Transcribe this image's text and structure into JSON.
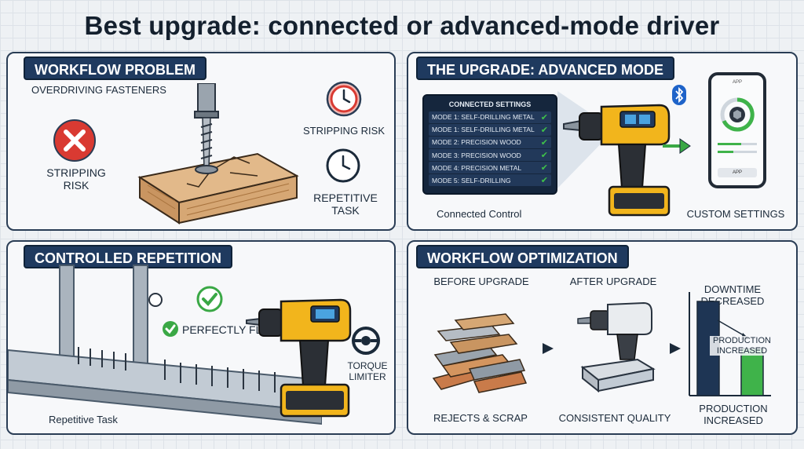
{
  "title": "Best upgrade: connected or advanced-mode driver",
  "panels": {
    "workflow_problem": {
      "header": "WORKFLOW PROBLEM",
      "subtitle": "OVERDRIVING FASTENERS",
      "stripping_risk_left": "STRIPPING RISK",
      "stripping_risk_right": "STRIPPING RISK",
      "repetitive_task": "REPETITIVE TASK"
    },
    "advanced_mode": {
      "header": "THE UPGRADE: ADVANCED MODE",
      "settings_title": "CONNECTED SETTINGS",
      "modes": [
        "MODE 1: SELF-DRILLING METAL",
        "MODE 1: SELF-DRILLING METAL",
        "MODE 2: PRECISION WOOD",
        "MODE 3: PRECISION WOOD",
        "MODE 4: PRECISION METAL",
        "MODE 5: SELF-DRILLING"
      ],
      "connected_control": "Connected Control",
      "custom_settings": "CUSTOM SETTINGS",
      "app_label": "APP",
      "app_button": "APP"
    },
    "controlled_repetition": {
      "header": "CONTROLLED REPETITION",
      "perfectly_flush": "PERFECTLY FLUSH",
      "torque_limiter": "TORQUE LIMITER",
      "repetitive_task": "Repetitive Task"
    },
    "workflow_optimization": {
      "header": "WORKFLOW OPTIMIZATION",
      "before_upgrade": "BEFORE UPGRADE",
      "after_upgrade": "AFTER UPGRADE",
      "rejects_scrap": "REJECTS & SCRAP",
      "consistent_quality": "CONSISTENT QUALITY",
      "downtime_decreased": "DOWNTIME DECREASED",
      "production_increased_inner": "PRODUCTION INCREASED",
      "production_increased_bottom": "PRODUCTION INCREASED"
    }
  },
  "colors": {
    "header_navy": "#1f3a5f",
    "tool_yellow": "#f2b51c",
    "tool_black": "#2b2f35",
    "check_green": "#3aa845",
    "error_red": "#d93a32",
    "bar_navy": "#1e3554",
    "bar_green": "#3fb34a"
  },
  "chart_data": {
    "type": "bar",
    "categories": [
      "",
      ""
    ],
    "values": [
      100,
      50
    ],
    "title": "",
    "xlabel": "",
    "ylabel": ""
  }
}
